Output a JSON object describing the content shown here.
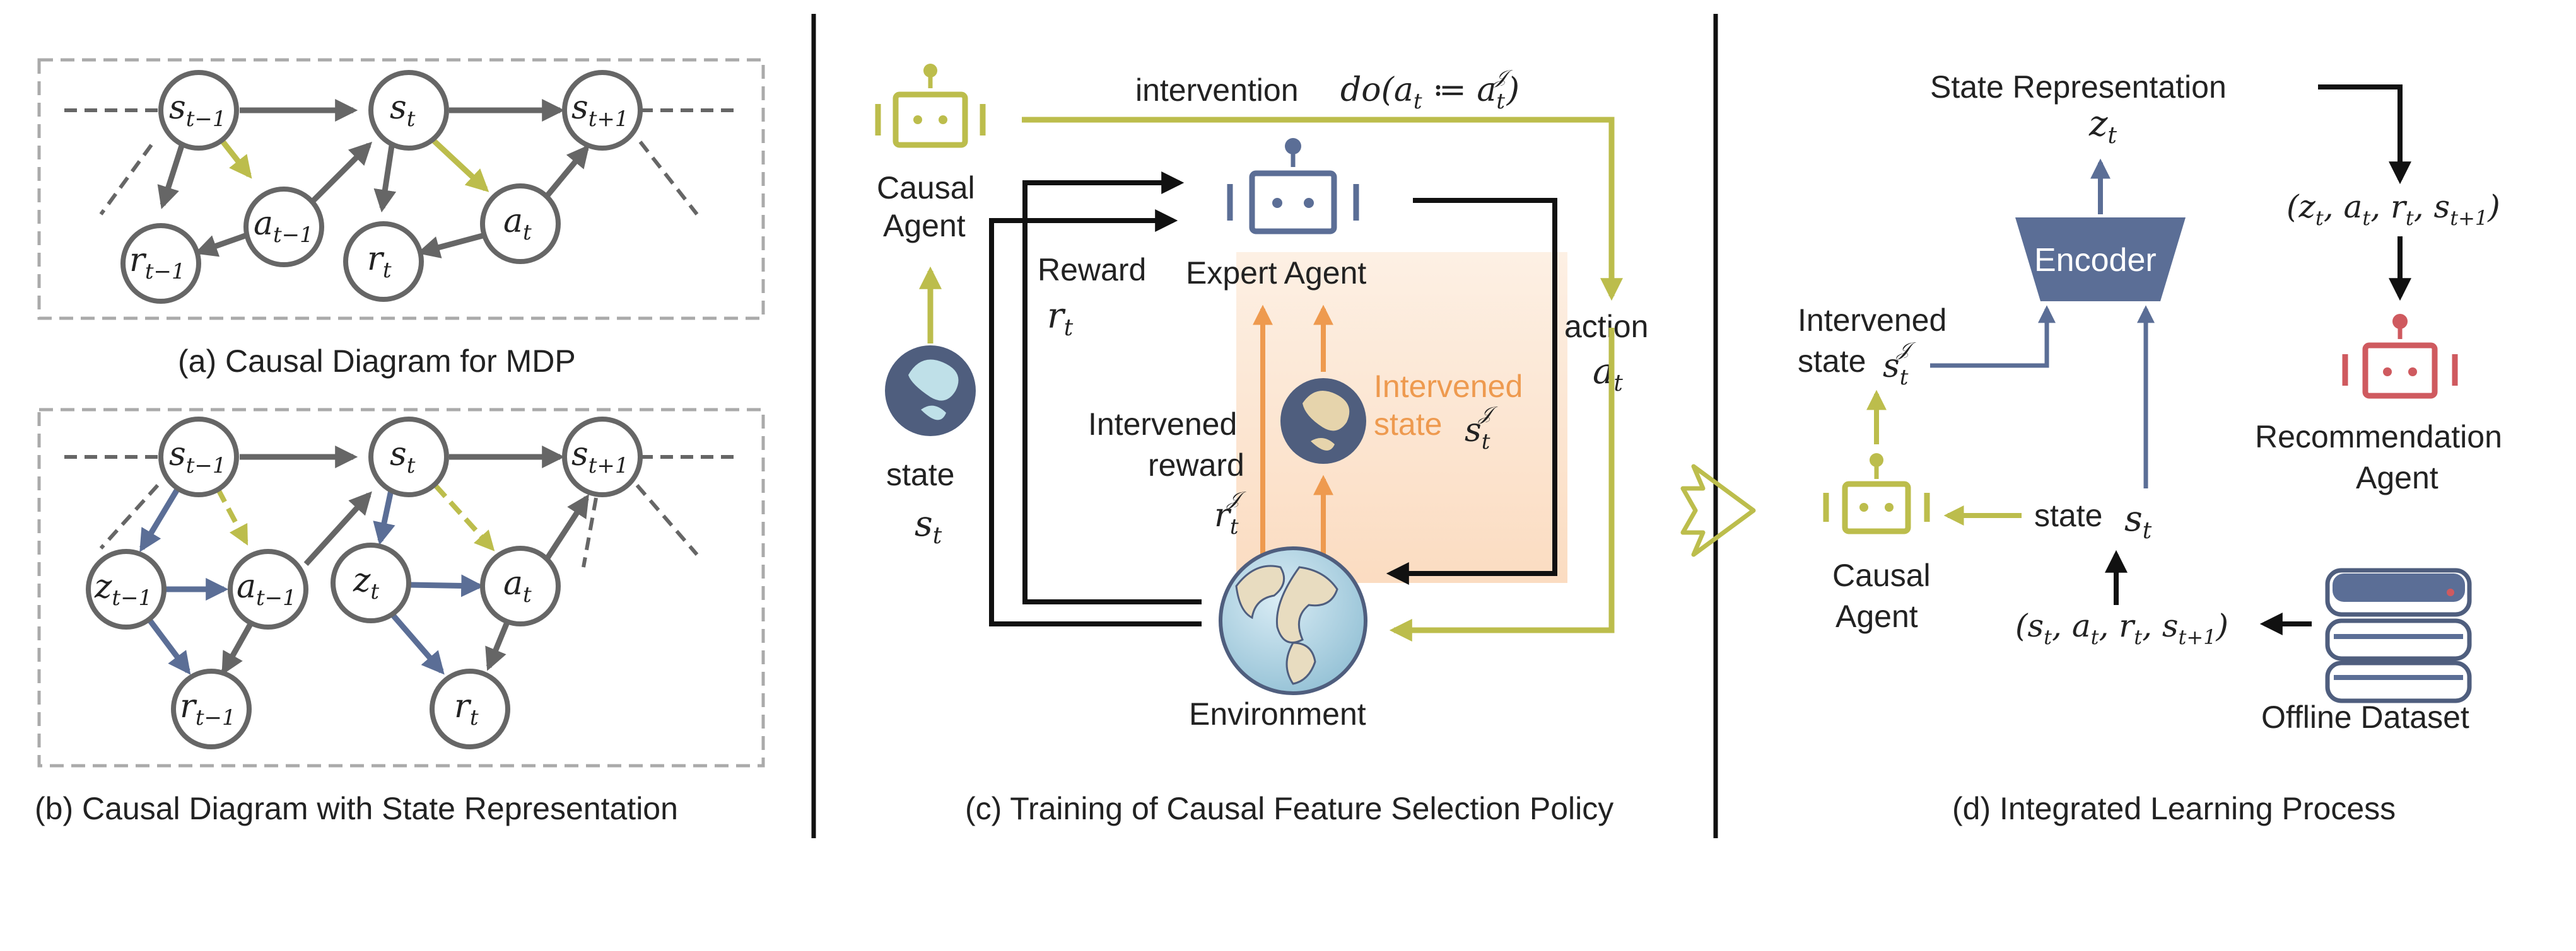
{
  "panel_a": {
    "caption": "(a) Causal Diagram for MDP",
    "nodes": {
      "s_prev": "s",
      "s_prev_sub": "t−1",
      "s": "s",
      "s_sub": "t",
      "s_next": "s",
      "s_next_sub": "t+1",
      "a_prev": "a",
      "a_prev_sub": "t−1",
      "a": "a",
      "a_sub": "t",
      "r_prev": "r",
      "r_prev_sub": "t−1",
      "r": "r",
      "r_sub": "t"
    }
  },
  "panel_b": {
    "caption": "(b) Causal Diagram with State Representation",
    "nodes": {
      "s_prev": "s",
      "s_prev_sub": "t−1",
      "s": "s",
      "s_sub": "t",
      "s_next": "s",
      "s_next_sub": "t+1",
      "z_prev": "z",
      "z_prev_sub": "t−1",
      "z": "z",
      "z_sub": "t",
      "a_prev": "a",
      "a_prev_sub": "t−1",
      "a": "a",
      "a_sub": "t",
      "r_prev": "r",
      "r_prev_sub": "t−1",
      "r": "r",
      "r_sub": "t"
    }
  },
  "panel_c": {
    "caption": "(c) Training of Causal Feature Selection Policy",
    "intervention_label": "intervention",
    "intervention_math": "do(a",
    "intervention_math_sub": "t",
    "intervention_math_rest": " ≔ a",
    "intervention_math_sub2": "t",
    "intervention_math_sup2": "𝒥",
    "intervention_math_close": ")",
    "causal_agent_label_1": "Causal",
    "causal_agent_label_2": "Agent",
    "reward_label": "Reward",
    "reward_math": "r",
    "reward_math_sub": "t",
    "expert_agent_label": "Expert Agent",
    "action_label": "action",
    "action_math": "a",
    "action_math_sub": "t",
    "state_label": "state",
    "state_math": "s",
    "state_math_sub": "t",
    "intervened_reward_label_1": "Intervened",
    "intervened_reward_label_2": "reward",
    "intervened_reward_math": "r",
    "intervened_reward_sub": "t",
    "intervened_reward_sup": "𝒥",
    "intervened_state_label_1": "Intervened",
    "intervened_state_label_2": "state",
    "intervened_state_math": "s",
    "intervened_state_sub": "t",
    "intervened_state_sup": "𝒥",
    "environment_label": "Environment"
  },
  "panel_d": {
    "caption": "(d) Integrated Learning Process",
    "state_repr_label": "State Representation",
    "z_math": "z",
    "z_sub": "t",
    "encoder_label": "Encoder",
    "intervened_label_1": "Intervened",
    "intervened_label_2": "state",
    "intervened_math": "s",
    "intervened_sub": "t",
    "intervened_sup": "𝒥",
    "causal_agent_label_1": "Causal",
    "causal_agent_label_2": "Agent",
    "state_label": "state",
    "state_math": "s",
    "state_sub": "t",
    "tuple_top": "(z",
    "tuple_top_rest": ", a",
    "tuple_top_rest2": ", r",
    "tuple_top_rest3": ", s",
    "tuple_top_close": ")",
    "tuple_bottom": "(s",
    "tuple_sub_t": "t",
    "tuple_sub_next": "t+1",
    "recommendation_label_1": "Recommendation",
    "recommendation_label_2": "Agent",
    "offline_dataset_label": "Offline Dataset"
  },
  "colors": {
    "olive": "#bcbd4c",
    "blue": "#5b6e96",
    "orange": "#ee9a4f",
    "red": "#cf5a5f",
    "grey": "#666666",
    "black": "#111111"
  },
  "icons": [
    "robot-icon",
    "globe-icon",
    "brain-icon",
    "database-icon",
    "encoder-block-icon",
    "hollow-arrow-icon"
  ]
}
